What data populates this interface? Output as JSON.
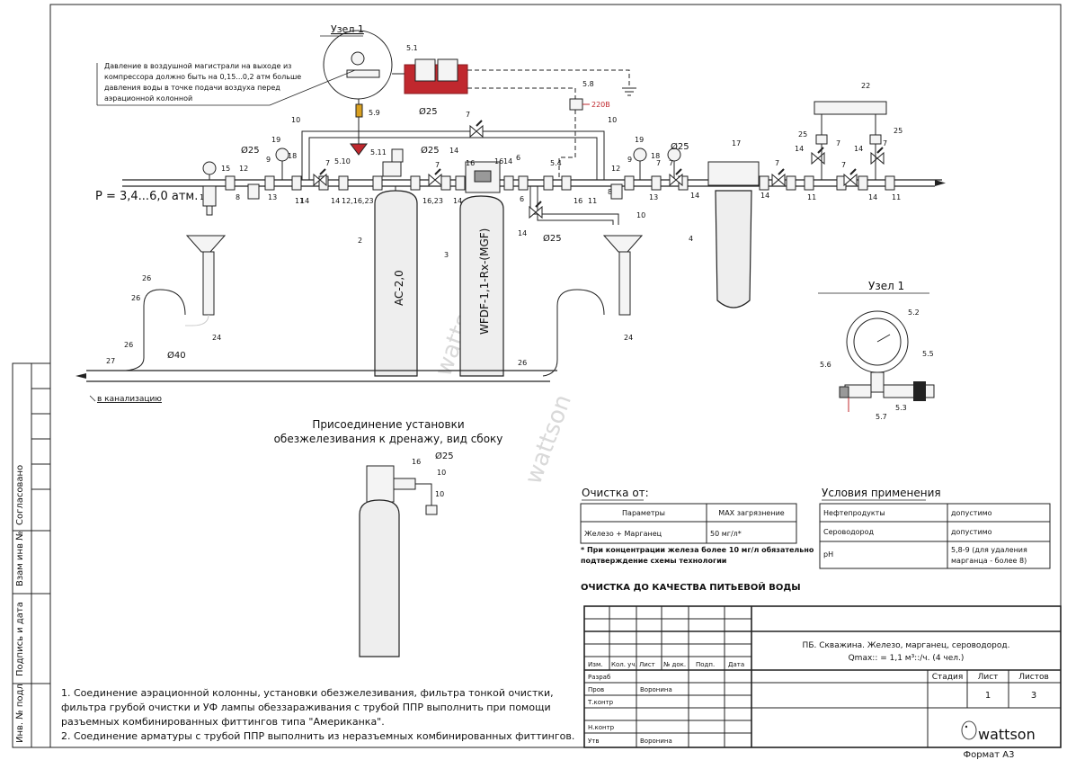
{
  "callouts": {
    "uzel1_top": "Узел 1",
    "uzel1_detail": "Узел 1",
    "aeration_note": [
      "Давление в воздушной магистрали на выходе из",
      "компрессора должно быть на 0,15...0,2 атм больше",
      "давления воды в точке подачи воздуха перед",
      "аэрационной колонной"
    ],
    "pressure": "P = 3,4...6,0 атм.",
    "voltage": "220В",
    "drain": "в канализацию",
    "drain_view_title": [
      "Присоединение установки",
      "обезжелезивания к дренажу, вид сбоку"
    ],
    "tank_ac": "AC-2,0",
    "tank_wfdf": "WFDF-1,1-Rx-(MGF)",
    "watermark": "wattson"
  },
  "diam": {
    "d25": "Ø25",
    "d40": "Ø40"
  },
  "labels": {
    "n1": "1",
    "n2": "2",
    "n3": "3",
    "n4": "4",
    "n6": "6",
    "n7": "7",
    "n8": "8",
    "n9": "9",
    "n10": "10",
    "n11": "11",
    "n12": "12",
    "n13": "13",
    "n14": "14",
    "n15": "15",
    "n16": "16",
    "n17": "17",
    "n18": "18",
    "n19": "19",
    "n22": "22",
    "n24": "24",
    "n25": "25",
    "n26": "26",
    "n27": "27",
    "n51": "5.1",
    "n52": "5.2",
    "n53": "5.3",
    "n54": "5.4",
    "n55": "5.5",
    "n56": "5.6",
    "n57": "5.7",
    "n58": "5.8",
    "n59": "5.9",
    "n510": "5.10",
    "n511": "5.11",
    "n1623": "16,23",
    "n1223": "12,16,23"
  },
  "cleaning": {
    "title": "Очистка от:",
    "col_params": "Параметры",
    "col_max": "MAX загрязнение",
    "row_param": "Железо + Марганец",
    "row_max": "50 мг/л*",
    "note1": "* При концентрации железа более 10 мг/л обязательно",
    "note2": "подтверждение схемы технологии",
    "drinking": "ОЧИСТКА ДО КАЧЕСТВА ПИТЬЕВОЙ ВОДЫ"
  },
  "conditions": {
    "title": "Условия применения",
    "rows": [
      {
        "name": "Нефтепродукты",
        "value": "допустимо"
      },
      {
        "name": "Сероводород",
        "value": "допустимо"
      },
      {
        "name": "pH",
        "value": "5,8-9 (для удаления",
        "value2": "марганца - более 8)"
      }
    ]
  },
  "notes": {
    "l1": "1. Соединение аэрационной колонны, установки обезжелезивания, фильтра тонкой очистки,",
    "l2": "фильтра грубой очистки и УФ лампы обеззараживания с трубой ППР выполнить при помощи",
    "l3": "разъемных комбинированных фиттингов типа \"Американка\".",
    "l4": "2. Соединение арматуры с трубой ППР выполнить из неразъемных комбинированных фиттингов."
  },
  "side": {
    "soglasovano": "Согласовано",
    "vzam": "Взам инв №",
    "podpis": "Подпись и дата",
    "inv": "Инв. № подл"
  },
  "stamp": {
    "izm": "Изм.",
    "koluch": "Кол. уч.",
    "list": "Лист",
    "ndok": "№ док.",
    "podp": "Подп.",
    "data": "Дата",
    "razrab": "Разраб",
    "prov": "Пров",
    "tkontr": "Т.контр",
    "nkontr": "Н.контр",
    "utv": "Утв",
    "author_prov": "Воронина",
    "author_utv": "Воронина",
    "title1": "ПБ. Скважина. Железо, марганец, сероводород.",
    "title2": "Qmax:: = 1,1 м³::/ч. (4 чел.)",
    "stadia": "Стадия",
    "list_h": "Лист",
    "listov": "Листов",
    "list_val": "1",
    "listov_val": "3",
    "logo": "wattson",
    "format": "Формат А3"
  }
}
